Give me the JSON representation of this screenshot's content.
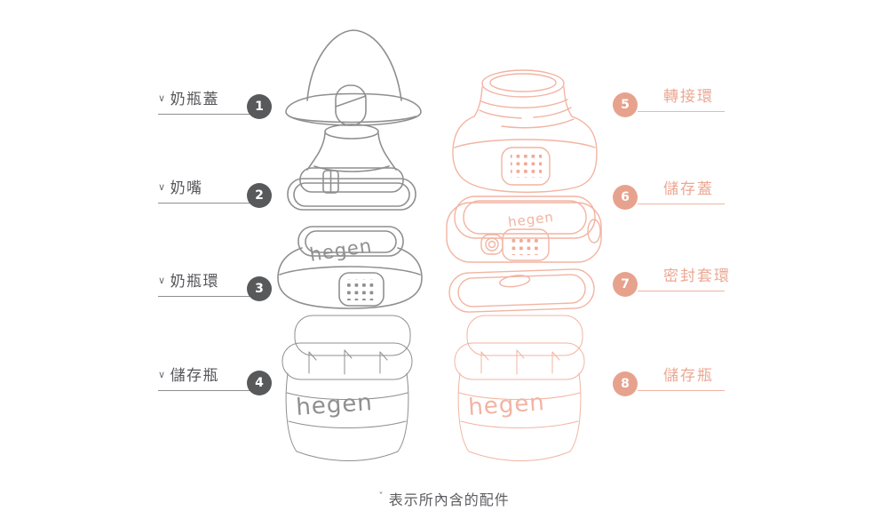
{
  "palette": {
    "dark_badge": "#58595b",
    "gray_line": "#8f8f8f",
    "pink_badge": "#e7a28e",
    "pink_line": "#f2b4a2",
    "pink_text": "#eba893",
    "background": "#ffffff"
  },
  "brand": "hegen",
  "left_labels": [
    {
      "num": "1",
      "check": "∨",
      "label": "奶瓶蓋"
    },
    {
      "num": "2",
      "check": "∨",
      "label": "奶嘴"
    },
    {
      "num": "3",
      "check": "∨",
      "label": "奶瓶環"
    },
    {
      "num": "4",
      "check": "∨",
      "label": "儲存瓶"
    }
  ],
  "right_labels": [
    {
      "num": "5",
      "label": "轉接環"
    },
    {
      "num": "6",
      "label": "儲存蓋"
    },
    {
      "num": "7",
      "label": "密封套環"
    },
    {
      "num": "8",
      "label": "儲存瓶"
    }
  ],
  "footnote": {
    "mark": "ˇ",
    "text": "表示所內含的配件"
  }
}
